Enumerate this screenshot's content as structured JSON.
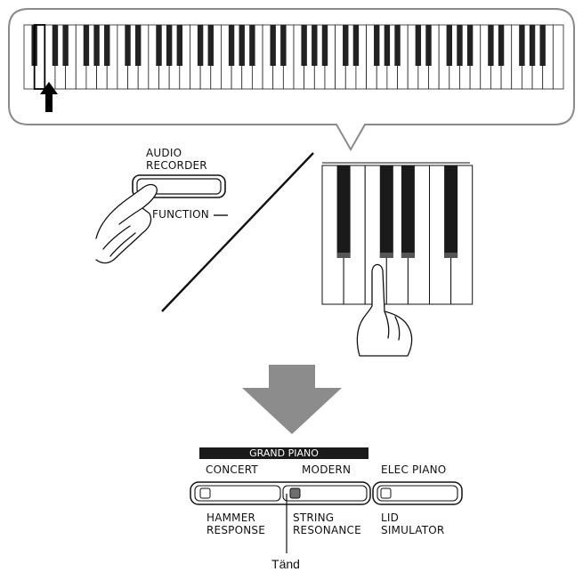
{
  "recorder": {
    "line1": "AUDIO",
    "line2": "RECORDER",
    "function_label": "FUNCTION"
  },
  "tone_panel": {
    "group_label": "GRAND PIANO",
    "tones": [
      "CONCERT",
      "MODERN",
      "ELEC PIANO"
    ],
    "sub_labels": [
      {
        "line1": "HAMMER",
        "line2": "RESPONSE"
      },
      {
        "line1": "STRING",
        "line2": "RESONANCE"
      },
      {
        "line1": "LID",
        "line2": "SIMULATOR"
      }
    ],
    "lit_index": 1
  },
  "callout": "Tänd",
  "keyboard": {
    "white_keys": 52,
    "highlighted_key_index": 1
  },
  "colors": {
    "line": "#1a1a1a",
    "arrow": "#8c8c8c",
    "lamp_lit": "#6e6e6e",
    "panel_border": "#7a7a7a"
  }
}
